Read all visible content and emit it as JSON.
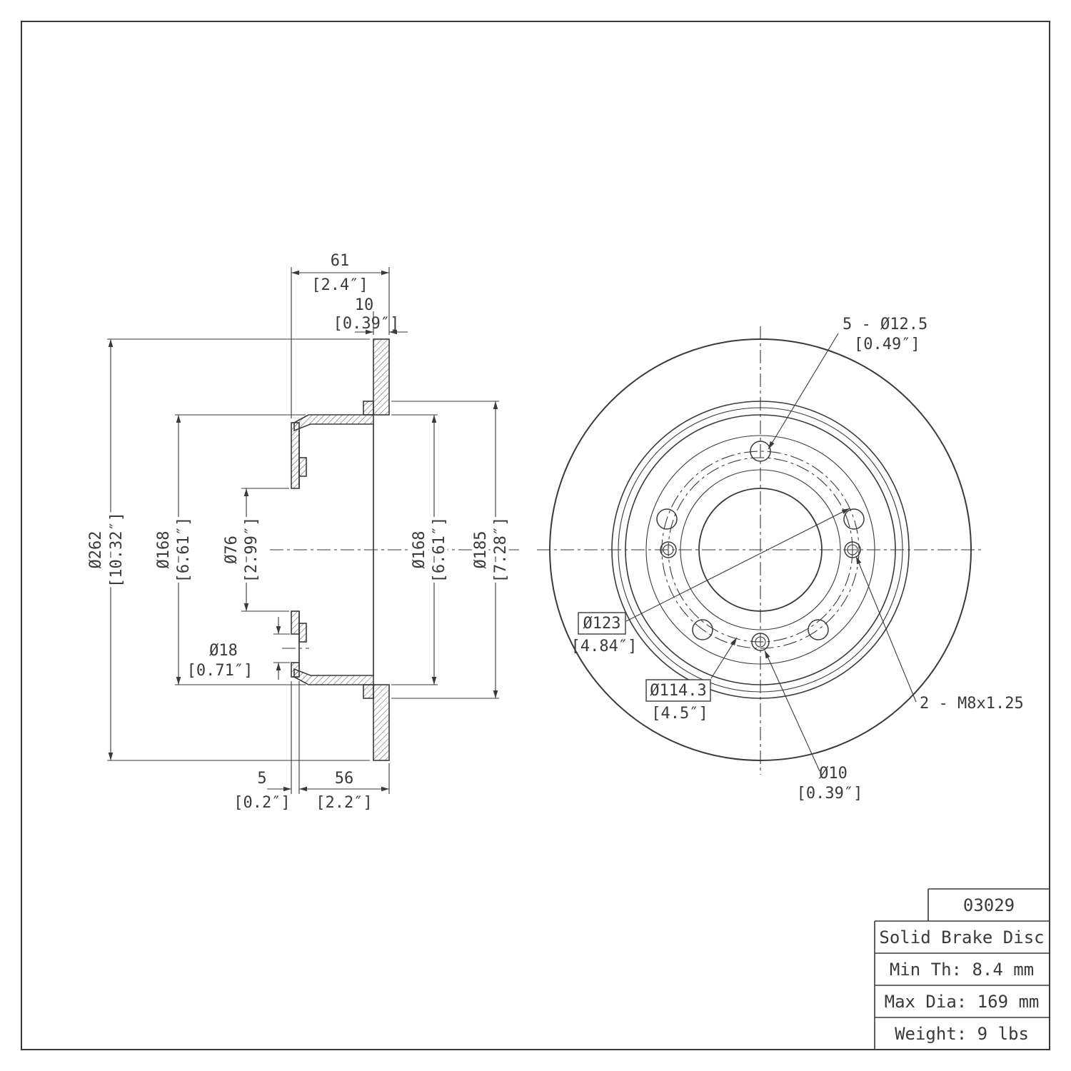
{
  "section": {
    "width_total": {
      "mm": "61",
      "in": "[2.4″]"
    },
    "disc_thickness": {
      "mm": "10",
      "in": "[0.39″]"
    },
    "outer_diameter": {
      "mm": "Ø262",
      "in": "[10.32″]"
    },
    "hat_diameter_left": {
      "mm": "Ø168",
      "in": "[6.61″]"
    },
    "center_bore": {
      "mm": "Ø76",
      "in": "[2.99″]"
    },
    "lug_hole": {
      "mm": "Ø18",
      "in": "[0.71″]"
    },
    "hat_diameter_right": {
      "mm": "Ø168",
      "in": "[6.61″]"
    },
    "step_diameter": {
      "mm": "Ø185",
      "in": "[7.28″]"
    },
    "mount_face_thickness": {
      "mm": "5",
      "in": "[0.2″]"
    },
    "hat_depth": {
      "mm": "56",
      "in": "[2.2″]"
    }
  },
  "front": {
    "lug_holes": {
      "mm": "5 - Ø12.5",
      "in": "[0.49″]"
    },
    "bolt_circle_outer": {
      "mm": "Ø123",
      "in": "[4.84″]"
    },
    "bolt_circle": {
      "mm": "Ø114.3",
      "in": "[4.5″]"
    },
    "service_holes": "2 - M8x1.25",
    "pilot_hole": {
      "mm": "Ø10",
      "in": "[0.39″]"
    }
  },
  "title_block": {
    "part_number": "03029",
    "product_name": "Solid Brake Disc",
    "min_thickness": "Min Th: 8.4 mm",
    "max_diameter": "Max Dia: 169 mm",
    "weight": "Weight: 9 lbs"
  }
}
